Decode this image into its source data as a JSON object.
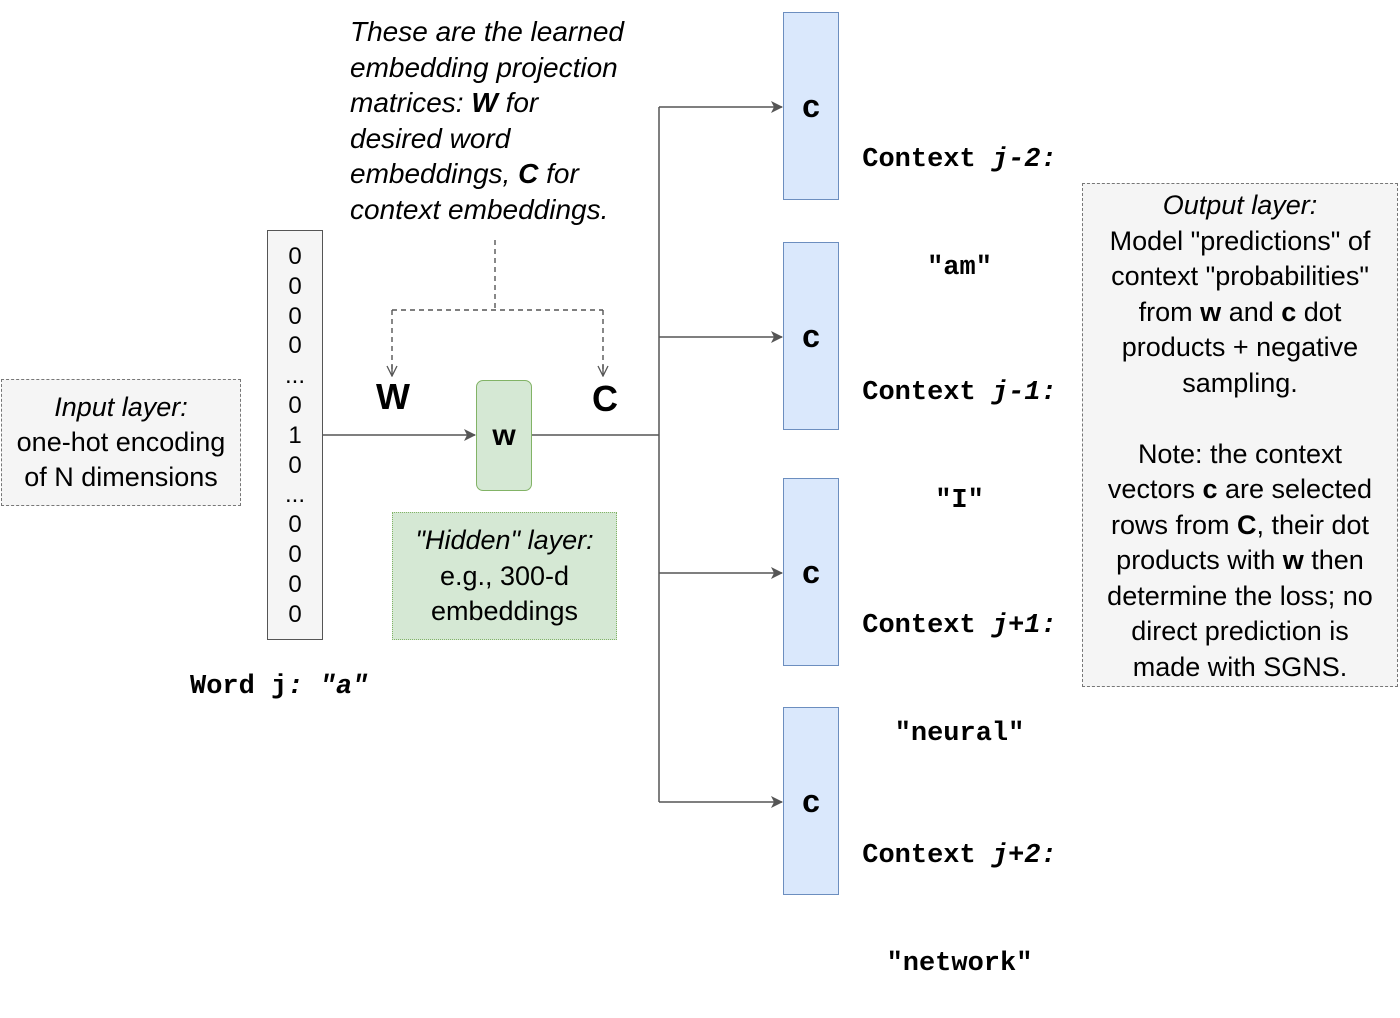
{
  "input_layer": {
    "title": "Input layer:",
    "line1": "one-hot encoding",
    "line2": "of N dimensions"
  },
  "one_hot_vector": [
    "0",
    "0",
    "0",
    "0",
    "...",
    "0",
    "1",
    "0",
    "...",
    "0",
    "0",
    "0",
    "0"
  ],
  "word_label": {
    "prefix": "Word j",
    "suffix": ": \"a\""
  },
  "top_note": {
    "line1": "These are the learned",
    "line2": "embedding projection",
    "line3_pre": "matrices: ",
    "line3_bold": "W",
    "line3_post": " for",
    "line4": "desired word",
    "line5_pre": "embeddings, ",
    "line5_bold": "C",
    "line5_post": " for",
    "line6": "context embeddings."
  },
  "matrix_W_label": "W",
  "matrix_C_label": "C",
  "hidden_node_label": "w",
  "hidden_layer": {
    "title": "\"Hidden\" layer:",
    "line1": "e.g., 300-d",
    "line2": "embeddings"
  },
  "context_node_label": "c",
  "contexts": [
    {
      "prefix": "Context ",
      "index": "j-2:",
      "word": "\"am\""
    },
    {
      "prefix": "Context ",
      "index": "j-1:",
      "word": "\"I\""
    },
    {
      "prefix": "Context ",
      "index": "j+1:",
      "word": "\"neural\""
    },
    {
      "prefix": "Context ",
      "index": "j+2:",
      "word": "\"network\""
    }
  ],
  "output_layer": {
    "title": "Output layer:",
    "p1_line1": "Model \"predictions\" of",
    "p1_line2": "context \"probabilities\"",
    "p1_line3_pre": "from ",
    "p1_line3_b1": "w",
    "p1_line3_mid": " and ",
    "p1_line3_b2": "c",
    "p1_line3_post": " dot",
    "p1_line4": "products + negative",
    "p1_line5": "sampling.",
    "p2_line1": "Note: the context",
    "p2_line2_pre": "vectors ",
    "p2_line2_b": "c",
    "p2_line2_post": " are selected",
    "p2_line3_pre": "rows from ",
    "p2_line3_b": "C",
    "p2_line3_post": ", their dot",
    "p2_line4_pre": "products with ",
    "p2_line4_b": "w",
    "p2_line4_post": " then",
    "p2_line5": "determine the loss; no",
    "p2_line6": "direct prediction is",
    "p2_line7": "made with SGNS."
  },
  "colors": {
    "hidden_fill": "#d5e8d4",
    "hidden_stroke": "#82b366",
    "context_fill": "#dae8fc",
    "context_stroke": "#6c8ebf",
    "note_fill": "#f5f5f5"
  }
}
